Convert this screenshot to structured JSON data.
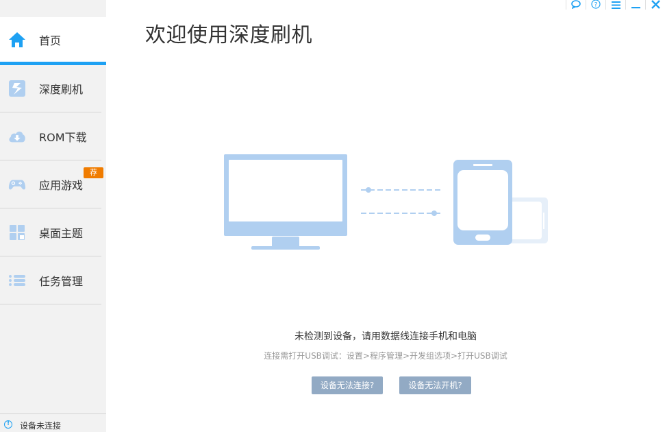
{
  "window_controls": {
    "feedback": "feedback-icon",
    "help": "help-icon",
    "menu": "menu-icon",
    "minimize": "minimize-icon",
    "close": "close-icon",
    "accent_color": "#1ea1f3"
  },
  "sidebar": {
    "active_color": "#1ea1f3",
    "items": [
      {
        "label": "首页",
        "icon": "home-icon",
        "active": true
      },
      {
        "label": "深度刷机",
        "icon": "flash-icon",
        "active": false
      },
      {
        "label": "ROM下载",
        "icon": "cloud-download-icon",
        "active": false
      },
      {
        "label": "应用游戏",
        "icon": "gamepad-icon",
        "active": false,
        "badge": "荐"
      },
      {
        "label": "桌面主题",
        "icon": "theme-grid-icon",
        "active": false
      },
      {
        "label": "任务管理",
        "icon": "task-list-icon",
        "active": false
      }
    ],
    "status": {
      "icon": "info-icon",
      "text": "设备未连接"
    }
  },
  "main": {
    "title": "欢迎使用深度刷机",
    "illustration": "computer-phone-connection",
    "message": "未检测到设备，请用数据线连接手机和电脑",
    "hint": "连接需打开USB调试：设置>程序管理>开发组选项>打开USB调试",
    "buttons": [
      {
        "label": "设备无法连接?"
      },
      {
        "label": "设备无法开机?"
      }
    ]
  }
}
